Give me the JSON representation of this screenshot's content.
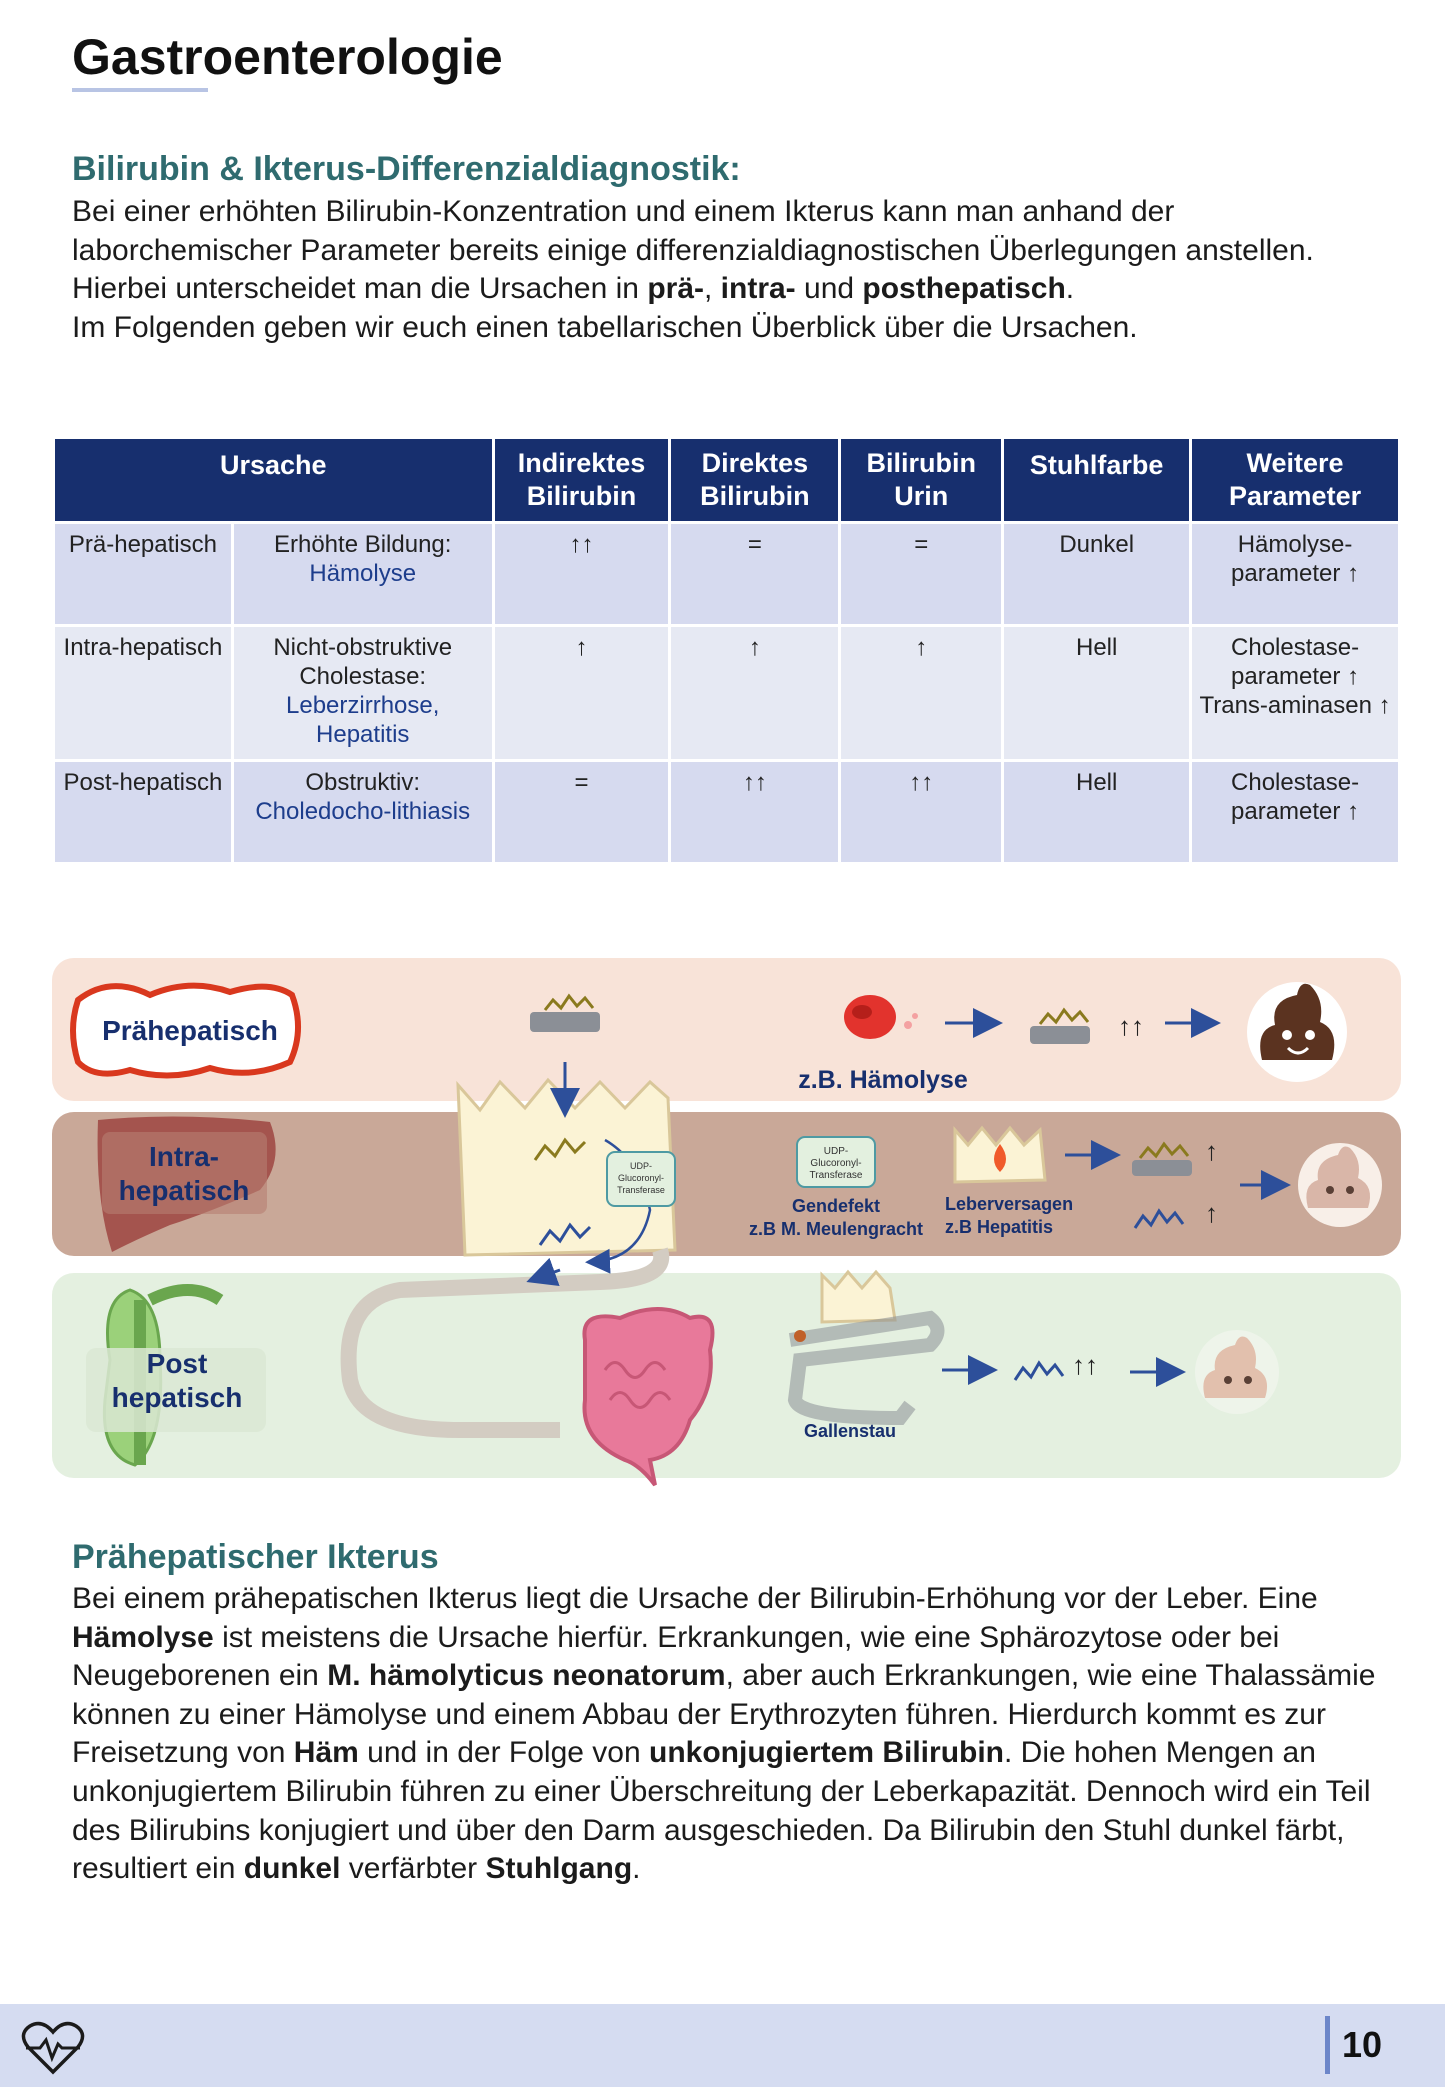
{
  "header": {
    "title": "Gastroenterologie"
  },
  "intro": {
    "heading": "Bilirubin & Ikterus-Differenzialdiagnostik:",
    "line1": "Bei einer erhöhten Bilirubin-Konzentration und einem Ikterus kann man anhand der laborchemischer Parameter bereits einige differenzialdiagnostischen Überlegungen anstellen.",
    "line2_pre": "Hierbei unterscheidet man die Ursachen in ",
    "line2_b1": "prä-",
    "line2_sep1": ", ",
    "line2_b2": "intra-",
    "line2_mid": " und ",
    "line2_b3": "posthepatisch",
    "line2_end": ".",
    "line3": "Im Folgenden geben wir euch einen tabellarischen Überblick über die Ursachen."
  },
  "table": {
    "headers": [
      "Ursache",
      "Indirektes Bilirubin",
      "Direktes Bilirubin",
      "Bilirubin Urin",
      "Stuhlfarbe",
      "Weitere Parameter"
    ],
    "rows": [
      {
        "type": "Prä-hepatisch",
        "cause": "Erhöhte Bildung:",
        "example": "Hämolyse",
        "indirect": "↑↑",
        "direct": "=",
        "urine": "=",
        "stool": "Dunkel",
        "further": "Hämolyse-parameter ↑"
      },
      {
        "type": "Intra-hepatisch",
        "cause": "Nicht-obstruktive Cholestase:",
        "example": "Leberzirrhose, Hepatitis",
        "indirect": "↑",
        "direct": "↑",
        "urine": "↑",
        "stool": "Hell",
        "further": "Cholestase-parameter ↑ Trans-aminasen ↑"
      },
      {
        "type": "Post-hepatisch",
        "cause": "Obstruktiv:",
        "example": "Choledocho-lithiasis",
        "indirect": "=",
        "direct": "↑↑",
        "urine": "↑↑",
        "stool": "Hell",
        "further": "Cholestase-parameter ↑"
      }
    ]
  },
  "diagram": {
    "pre_label": "Prähepatisch",
    "intra_label_1": "Intra-",
    "intra_label_2": "hepatisch",
    "post_label_1": "Post",
    "post_label_2": "hepatisch",
    "hemolysis_caption": "z.B. Hämolyse",
    "enzyme_1": "UDP-",
    "enzyme_2": "Glucoronyl-",
    "enzyme_3": "Transferase",
    "gendefekt_1": "Gendefekt",
    "gendefekt_2": "z.B M. Meulengracht",
    "leberversagen_1": "Leberversagen",
    "leberversagen_2": "z.B Hepatitis",
    "gallenstau": "Gallenstau",
    "arrows_up2": "↑↑",
    "arrow_up": "↑",
    "colors": {
      "pre_band": "#f8e3d8",
      "intra_band": "#c9a898",
      "post_band": "#e4f0e0",
      "dark_navy": "#172f6e",
      "heading_teal": "#2f6b6f"
    }
  },
  "section2": {
    "heading": "Prähepatischer Ikterus",
    "t1": "Bei einem prähepatischen Ikterus liegt die Ursache der Bilirubin-Erhöhung vor der Leber. Eine ",
    "b1": "Hämolyse",
    "t2": " ist meistens die Ursache hierfür. Erkrankungen, wie eine Sphärozytose oder bei Neugeborenen ein ",
    "b2": "M. hämolyticus neonatorum",
    "t3": ", aber auch Erkrankungen, wie eine Thalassämie können zu einer Hämolyse und einem Abbau der Erythrozyten führen. Hierdurch kommt es zur Freisetzung von ",
    "b3": "Häm",
    "t4": " und in der Folge von ",
    "b4": "unkonjugiertem Bilirubin",
    "t5": ". Die hohen Mengen an unkonjugiertem Bilirubin führen zu einer Überschreitung der Leberkapazität. Dennoch wird ein Teil des Bilirubins konjugiert und über den Darm ausgeschieden. Da Bilirubin den Stuhl dunkel färbt, resultiert ein ",
    "b5": "dunkel",
    "t6": " verfärbter ",
    "b6": "Stuhlgang",
    "t7": "."
  },
  "footer": {
    "page_number": "10",
    "icon": "heart-pulse-icon"
  }
}
